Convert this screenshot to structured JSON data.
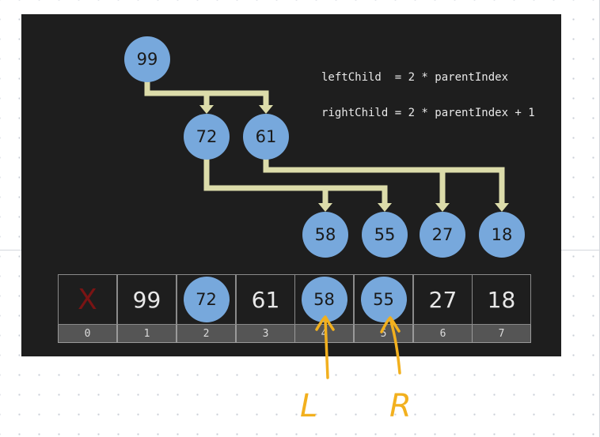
{
  "formulas": {
    "left": "leftChild  = 2 * parentIndex",
    "right": "rightChild = 2 * parentIndex + 1"
  },
  "tree": {
    "level0": [
      "99"
    ],
    "level1": [
      "72",
      "61"
    ],
    "level2": [
      "58",
      "55",
      "27",
      "18"
    ]
  },
  "array": {
    "cells": [
      "X",
      "99",
      "72",
      "61",
      "58",
      "55",
      "27",
      "18"
    ],
    "indices": [
      "0",
      "1",
      "2",
      "3",
      "4",
      "5",
      "6",
      "7"
    ],
    "highlighted": [
      2,
      4,
      5
    ]
  },
  "annotations": {
    "left_letter": "L",
    "right_letter": "R"
  },
  "colors": {
    "panel": "#1e1e1e",
    "node": "#77a8dc",
    "connector": "#dcdcaa",
    "annotation": "#f2b01e",
    "x_mark": "#7a1414"
  }
}
